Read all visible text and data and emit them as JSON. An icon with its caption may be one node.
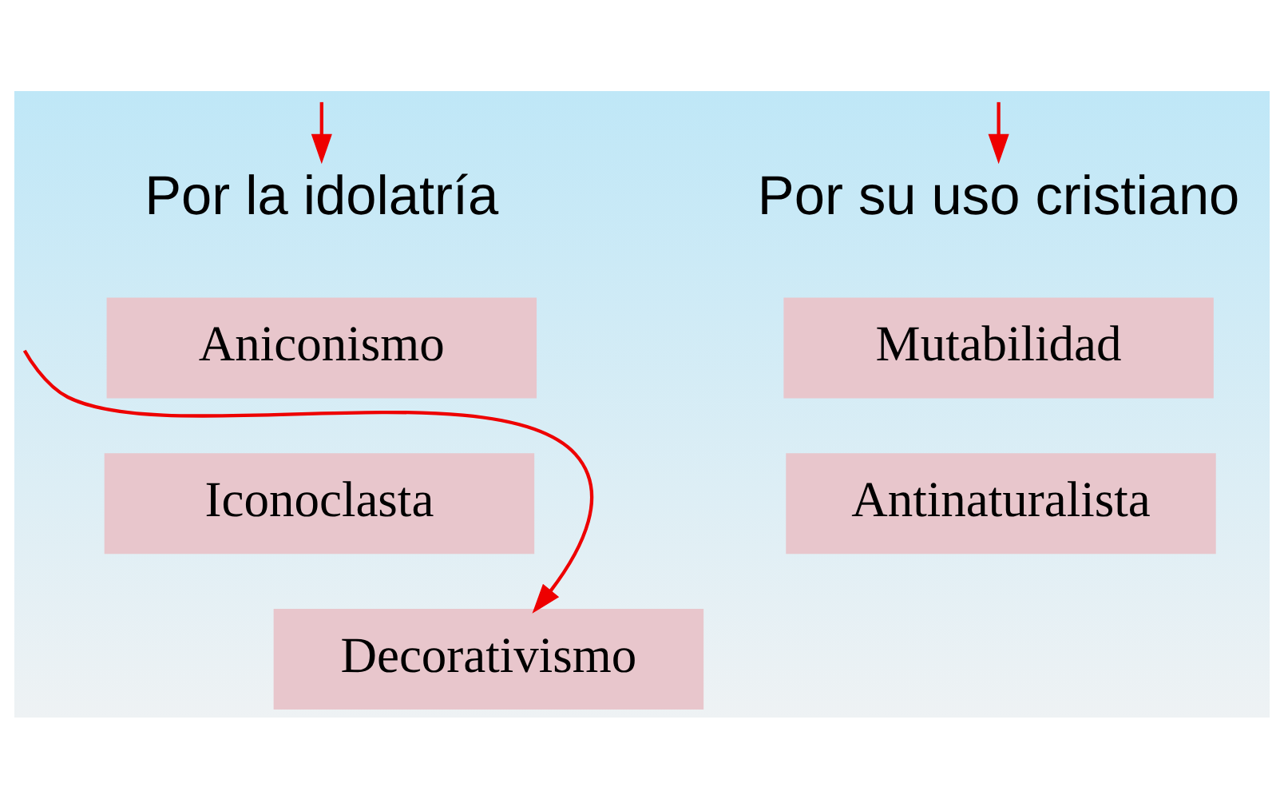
{
  "diagram": {
    "nodes": [
      {
        "text": [
          "Por la idolatría"
        ]
      },
      {
        "text": [
          "Por su uso cristiano"
        ]
      },
      {
        "text": [
          "Aniconismo"
        ]
      },
      {
        "text": [
          "Mutabilidad"
        ]
      },
      {
        "text": [
          "Iconoclasta"
        ]
      },
      {
        "text": [
          "Antinaturalista"
        ]
      },
      {
        "text": [
          "Decorativismo"
        ]
      }
    ],
    "edges": [
      {
        "from": null,
        "to": 0,
        "arrow": "to"
      },
      {
        "from": null,
        "to": 1,
        "arrow": "to"
      },
      {
        "from": null,
        "to": 6,
        "arrow": "to"
      }
    ]
  }
}
